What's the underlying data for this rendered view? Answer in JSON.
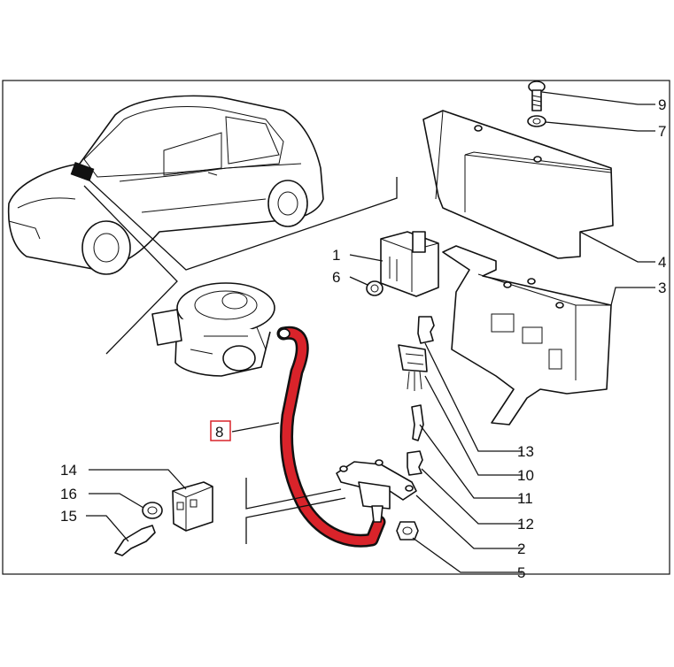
{
  "diagram": {
    "callouts": [
      {
        "id": "1",
        "label": "1"
      },
      {
        "id": "2",
        "label": "2"
      },
      {
        "id": "3",
        "label": "3"
      },
      {
        "id": "4",
        "label": "4"
      },
      {
        "id": "5",
        "label": "5"
      },
      {
        "id": "6",
        "label": "6"
      },
      {
        "id": "7",
        "label": "7"
      },
      {
        "id": "8",
        "label": "8",
        "highlighted": true
      },
      {
        "id": "9",
        "label": "9"
      },
      {
        "id": "10",
        "label": "10"
      },
      {
        "id": "11",
        "label": "11"
      },
      {
        "id": "12",
        "label": "12"
      },
      {
        "id": "13",
        "label": "13"
      },
      {
        "id": "14",
        "label": "14"
      },
      {
        "id": "15",
        "label": "15"
      },
      {
        "id": "16",
        "label": "16"
      }
    ],
    "colors": {
      "highlight": "#d9232a",
      "line": "#111111",
      "background": "#ffffff"
    }
  }
}
